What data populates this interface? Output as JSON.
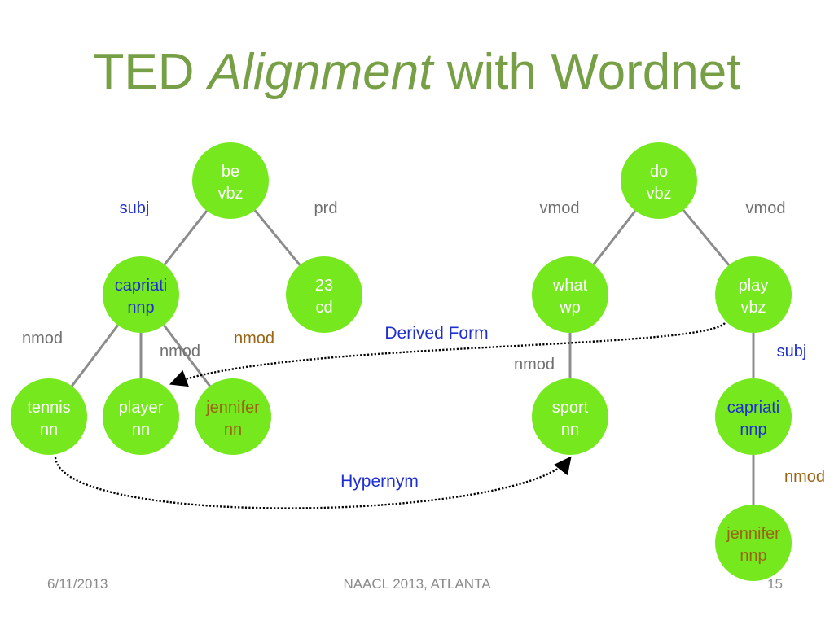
{
  "title": {
    "part1": "TED",
    "part2": "Alignment",
    "part3": "with Wordnet"
  },
  "colors": {
    "title": "#77A046",
    "node_fill": "#75E81E",
    "edge": "#8C8C8C",
    "gray_label": "#707070",
    "blue_label": "#1F2ED0",
    "brown_label": "#9A6414",
    "white_text": "#FFFFFF",
    "footer": "#8A8A8A"
  },
  "nodes": [
    {
      "id": "be",
      "line1": "be",
      "line2": "vbz",
      "text_style": "white"
    },
    {
      "id": "capriati1",
      "line1": "capriati",
      "line2": "nnp",
      "text_style": "blue"
    },
    {
      "id": "n23",
      "line1": "23",
      "line2": "cd",
      "text_style": "white"
    },
    {
      "id": "tennis",
      "line1": "tennis",
      "line2": "nn",
      "text_style": "white"
    },
    {
      "id": "player",
      "line1": "player",
      "line2": "nn",
      "text_style": "white"
    },
    {
      "id": "jennifer1",
      "line1": "jennifer",
      "line2": "nn",
      "text_style": "brown"
    },
    {
      "id": "do",
      "line1": "do",
      "line2": "vbz",
      "text_style": "white"
    },
    {
      "id": "what",
      "line1": "what",
      "line2": "wp",
      "text_style": "white"
    },
    {
      "id": "play",
      "line1": "play",
      "line2": "vbz",
      "text_style": "white"
    },
    {
      "id": "sport",
      "line1": "sport",
      "line2": "nn",
      "text_style": "white"
    },
    {
      "id": "capriati2",
      "line1": "capriati",
      "line2": "nnp",
      "text_style": "blue"
    },
    {
      "id": "jennifer2",
      "line1": "jennifer",
      "line2": "nnp",
      "text_style": "brown"
    }
  ],
  "edges": [
    {
      "from": "be",
      "to": "capriati1",
      "label": "subj",
      "label_style": "blue"
    },
    {
      "from": "be",
      "to": "n23",
      "label": "prd",
      "label_style": "gray"
    },
    {
      "from": "capriati1",
      "to": "tennis",
      "label": "nmod",
      "label_style": "gray"
    },
    {
      "from": "capriati1",
      "to": "player",
      "label": "nmod",
      "label_style": "gray"
    },
    {
      "from": "capriati1",
      "to": "jennifer1",
      "label": "nmod",
      "label_style": "brown"
    },
    {
      "from": "do",
      "to": "what",
      "label": "vmod",
      "label_style": "gray"
    },
    {
      "from": "do",
      "to": "play",
      "label": "vmod",
      "label_style": "gray"
    },
    {
      "from": "what",
      "to": "sport",
      "label": "nmod",
      "label_style": "gray"
    },
    {
      "from": "play",
      "to": "capriati2",
      "label": "subj",
      "label_style": "blue"
    },
    {
      "from": "capriati2",
      "to": "jennifer2",
      "label": "nmod",
      "label_style": "brown"
    }
  ],
  "alignments": [
    {
      "from": "play",
      "to": "player",
      "label": "Derived Form"
    },
    {
      "from": "tennis",
      "to": "sport",
      "label": "Hypernym"
    }
  ],
  "footer": {
    "date": "6/11/2013",
    "venue": "NAACL 2013, ATLANTA",
    "page": "15"
  }
}
